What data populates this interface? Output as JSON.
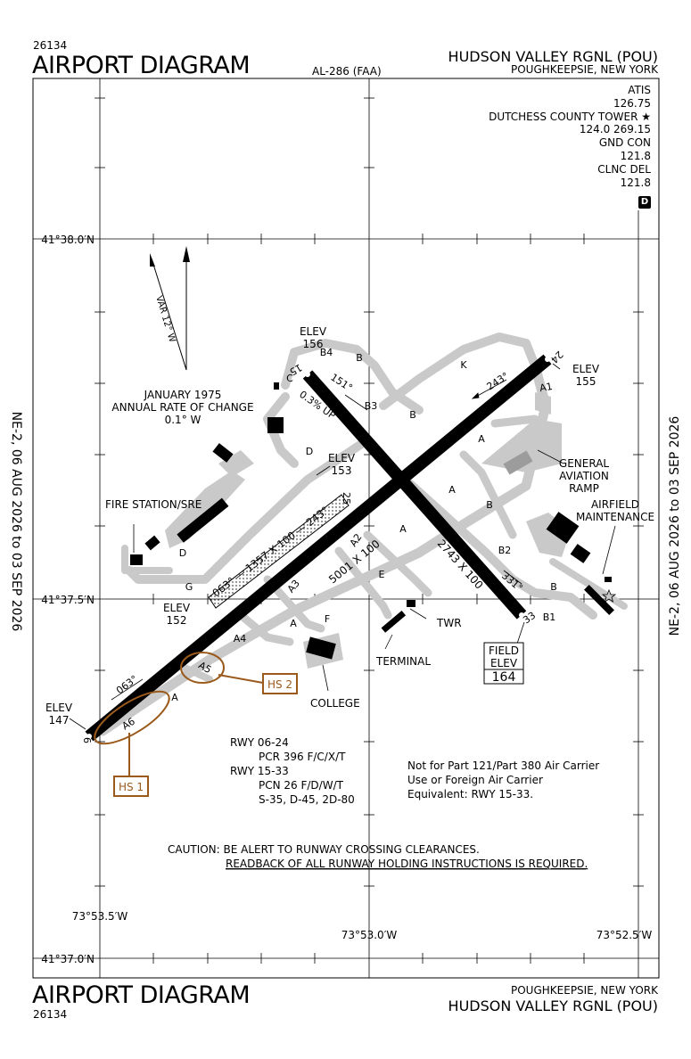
{
  "header": {
    "chart_number": "26134",
    "title": "AIRPORT DIAGRAM",
    "al_number": "AL-286 (FAA)",
    "airport_name": "HUDSON VALLEY RGNL (POU)",
    "city_state": "POUGHKEEPSIE, NEW YORK"
  },
  "footer": {
    "title": "AIRPORT DIAGRAM",
    "chart_number": "26134",
    "city_state": "POUGHKEEPSIE, NEW YORK",
    "airport_name": "HUDSON VALLEY RGNL (POU)"
  },
  "effective_dates": "NE-2, 06 AUG 2026  to  03 SEP 2026",
  "frequencies": [
    "ATIS",
    "126.75",
    "DUTCHESS COUNTY TOWER ★",
    "124.0  269.15",
    "GND CON",
    "121.8",
    "CLNC DEL",
    "121.8"
  ],
  "d_box": "D",
  "coordinates": {
    "lat_top": "41°38.0′N",
    "lat_mid": "41°37.5′N",
    "lat_bottom": "41°37.0′N",
    "lon_left": "73°53.5′W",
    "lon_mid": "73°53.0′W",
    "lon_right": "73°52.5′W"
  },
  "variation": "VAR 12° W",
  "annual_change": [
    "JANUARY 1975",
    "ANNUAL RATE OF CHANGE",
    "0.1° W"
  ],
  "runways": {
    "rwy_06_24_dims": "5001 X 100",
    "rwy_15_33_dims": "2743 X 100",
    "closed_rwy": "063° — 1357 X 100 — 243°",
    "closed_rwy_end": "25",
    "hdg_063": "063°",
    "hdg_243": "243°",
    "hdg_151": "151°",
    "hdg_331": "331°",
    "slope": "0.3% UP",
    "end_6": "6",
    "end_24": "24",
    "end_15": "15",
    "end_33": "33"
  },
  "elevations": {
    "e156": [
      "ELEV",
      "156"
    ],
    "e155": [
      "ELEV",
      "155"
    ],
    "e153": [
      "ELEV",
      "153"
    ],
    "e152": [
      "ELEV",
      "152"
    ],
    "e147": [
      "ELEV",
      "147"
    ],
    "field_elev": [
      "FIELD",
      "ELEV",
      "164"
    ]
  },
  "taxiways": [
    "A",
    "A1",
    "A2",
    "A3",
    "A4",
    "A5",
    "A6",
    "B",
    "B1",
    "B2",
    "B3",
    "B4",
    "C",
    "D",
    "E",
    "F",
    "G",
    "K"
  ],
  "labels": {
    "fire_station": "FIRE STATION/SRE",
    "general_aviation": [
      "GENERAL",
      "AVIATION",
      "RAMP"
    ],
    "airfield_maintenance": [
      "AIRFIELD",
      "MAINTENANCE"
    ],
    "twr": "TWR",
    "terminal": "TERMINAL",
    "college": "COLLEGE",
    "hs1": "HS 1",
    "hs2": "HS 2"
  },
  "rwy_info": [
    "RWY 06-24",
    "PCR 396 F/C/X/T",
    "RWY 15-33",
    "PCN 26 F/D/W/T",
    "S-35, D-45, 2D-80"
  ],
  "note_lines": [
    "Not for Part 121/Part 380 Air Carrier",
    "Use or Foreign Air Carrier",
    "Equivalent: RWY 15-33."
  ],
  "caution": {
    "line1": "CAUTION: BE ALERT TO RUNWAY CROSSING CLEARANCES.",
    "line2": "READBACK OF ALL RUNWAY HOLDING INSTRUCTIONS IS REQUIRED."
  },
  "colors": {
    "hotspot": "#9a5a1c",
    "taxiway": "#c9c9c9",
    "runway": "#000000"
  }
}
